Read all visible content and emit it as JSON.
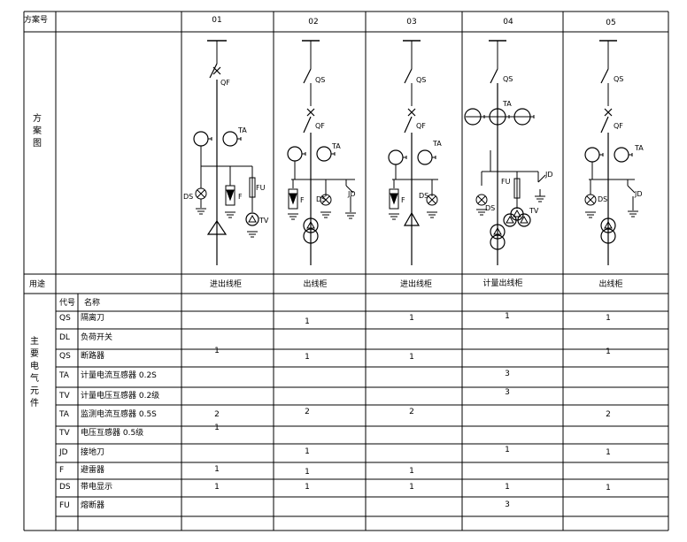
{
  "header": {
    "scheme_no_label": "方案号",
    "scheme_numbers": [
      "01",
      "02",
      "03",
      "04",
      "05"
    ]
  },
  "diagram_section": {
    "label": "方案图",
    "schemes": [
      {
        "labels": [
          "QF",
          "TA",
          "DS",
          "FU",
          "F",
          "TV"
        ]
      },
      {
        "labels": [
          "QS",
          "QF",
          "TA",
          "F",
          "DS",
          "JD"
        ]
      },
      {
        "labels": [
          "QS",
          "QF",
          "TA",
          "F",
          "DS"
        ]
      },
      {
        "labels": [
          "QS",
          "TA",
          "FU",
          "JD",
          "DS",
          "TV"
        ]
      },
      {
        "labels": [
          "QS",
          "QF",
          "TA",
          "DS",
          "JD"
        ]
      }
    ]
  },
  "usage": {
    "label": "用途",
    "values": [
      "进出线柜",
      "出线柜",
      "进出线柜",
      "计量出线柜",
      "出线柜"
    ]
  },
  "components": {
    "section_label": "主要电气元件",
    "header": {
      "code": "代号",
      "name": "名称"
    },
    "rows": [
      {
        "code": "QS",
        "name": "隔离刀",
        "qty": [
          "",
          "1",
          "1",
          "1",
          "1"
        ]
      },
      {
        "code": "DL",
        "name": "负荷开关",
        "qty": [
          "",
          "",
          "",
          "",
          ""
        ]
      },
      {
        "code": "QS",
        "name": "断路器",
        "qty": [
          "1",
          "1",
          "1",
          "",
          "1"
        ]
      },
      {
        "code": "TA",
        "name": "计量电流互感器 0.2S",
        "qty": [
          "",
          "",
          "",
          "3",
          ""
        ]
      },
      {
        "code": "TV",
        "name": "计量电压互感器 0.2级",
        "qty": [
          "",
          "",
          "",
          "3",
          ""
        ]
      },
      {
        "code": "TA",
        "name": "监测电流互感器 0.5S",
        "qty": [
          "2",
          "2",
          "2",
          "",
          "2"
        ]
      },
      {
        "code": "TV",
        "name": "电压互感器 0.5级",
        "qty": [
          "1",
          "",
          "",
          "",
          ""
        ]
      },
      {
        "code": "JD",
        "name": "接地刀",
        "qty": [
          "",
          "1",
          "",
          "1",
          "1"
        ]
      },
      {
        "code": "F",
        "name": "避雷器",
        "qty": [
          "1",
          "1",
          "1",
          "",
          ""
        ]
      },
      {
        "code": "DS",
        "name": "带电显示",
        "qty": [
          "1",
          "1",
          "1",
          "1",
          "1"
        ]
      },
      {
        "code": "FU",
        "name": "熔断器",
        "qty": [
          "",
          "",
          "",
          "3",
          ""
        ]
      }
    ]
  }
}
